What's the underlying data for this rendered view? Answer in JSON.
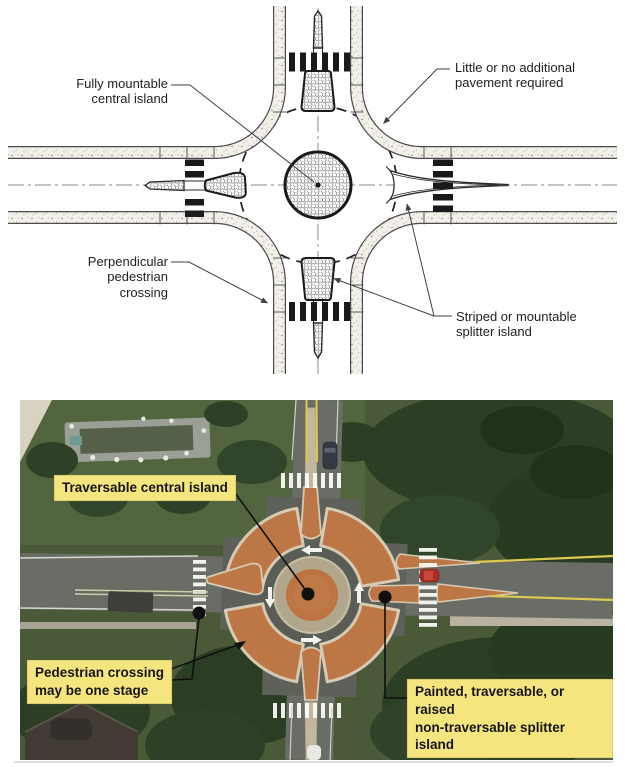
{
  "figure": {
    "description": "Mini-roundabout plan diagram and aerial photo example",
    "diagram_labels": {
      "fully_mountable": "Fully mountable\ncentral island",
      "little_pavement": "Little or no additional\npavement required",
      "perpendicular_crossing": "Perpendicular\npedestrian\ncrossing",
      "striped_splitter": "Striped or mountable\nsplitter island"
    },
    "photo_labels": {
      "central_island": "Traversable central island",
      "pedestrian_crossing": "Pedestrian crossing\nmay be one stage",
      "splitter_island": "Painted, traversable, or raised\nnon-traversable splitter island"
    },
    "colors": {
      "diagram_ink": "#2b2b2b",
      "curb_fill": "#f2f0e9",
      "photo_label_bg": "#f4e57f",
      "apron_orange": "#bd7645",
      "curb_tan": "#d6cab2",
      "asphalt": "#6a6d66",
      "grass": "#4a5a38",
      "yellow_line": "#ddca4e",
      "leader_black": "#101010"
    }
  }
}
